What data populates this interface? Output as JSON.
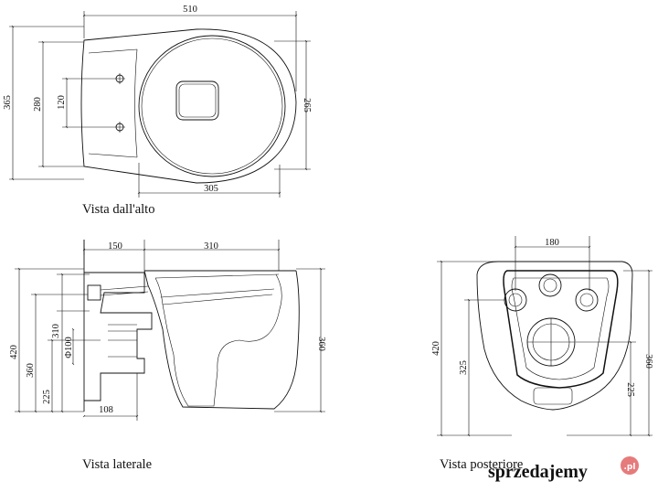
{
  "views": {
    "top": {
      "caption": "Vista dall'alto",
      "dims": {
        "width_total": "510",
        "height_total": "365",
        "height_inner": "280",
        "hole_spacing": "120",
        "height_right": "265",
        "depth_bowl": "305"
      }
    },
    "side": {
      "caption": "Vista laterale",
      "dims": {
        "depth_rear": "150",
        "depth_front": "310",
        "height_total": "420",
        "height_fixing": "360",
        "height_pipe": "225",
        "height_inlet": "310",
        "pipe_diameter": "Φ100",
        "outlet_offset": "108",
        "height_right": "360"
      }
    },
    "back": {
      "caption": "Vista posteriore",
      "dims": {
        "hole_spacing": "180",
        "height_total": "420",
        "height_mid": "325",
        "height_right_small": "225",
        "height_right": "360"
      }
    }
  },
  "watermark": {
    "text": "sprzedajemy",
    "suffix": ".pl"
  }
}
